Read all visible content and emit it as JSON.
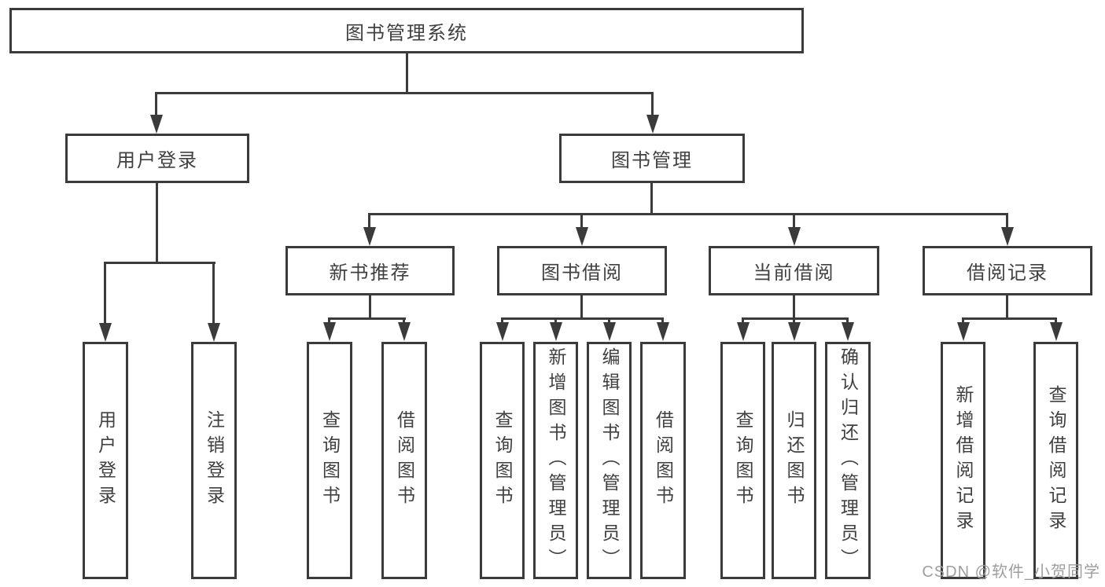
{
  "tree": {
    "root": {
      "label": "图书管理系统"
    },
    "branches": [
      {
        "label": "用户登录",
        "children": [
          {
            "label": "用户登录"
          },
          {
            "label": "注销登录"
          }
        ]
      },
      {
        "label": "图书管理",
        "children": [
          {
            "label": "新书推荐",
            "children": [
              {
                "label": "查询图书"
              },
              {
                "label": "借阅图书"
              }
            ]
          },
          {
            "label": "图书借阅",
            "children": [
              {
                "label": "查询图书"
              },
              {
                "label": "新增图书（管理员）"
              },
              {
                "label": "编辑图书（管理员）"
              },
              {
                "label": "借阅图书"
              }
            ]
          },
          {
            "label": "当前借阅",
            "children": [
              {
                "label": "查询图书"
              },
              {
                "label": "归还图书"
              },
              {
                "label": "确认归还（管理员）"
              }
            ]
          },
          {
            "label": "借阅记录",
            "children": [
              {
                "label": "新增借阅记录"
              },
              {
                "label": "查询借阅记录"
              }
            ]
          }
        ]
      }
    ]
  },
  "watermark": {
    "text": "CSDN @软件_小贺同学"
  },
  "colors": {
    "line": "#3b3b3b",
    "text": "#404040",
    "watermark": "#9e9e9e",
    "background": "#ffffff"
  }
}
